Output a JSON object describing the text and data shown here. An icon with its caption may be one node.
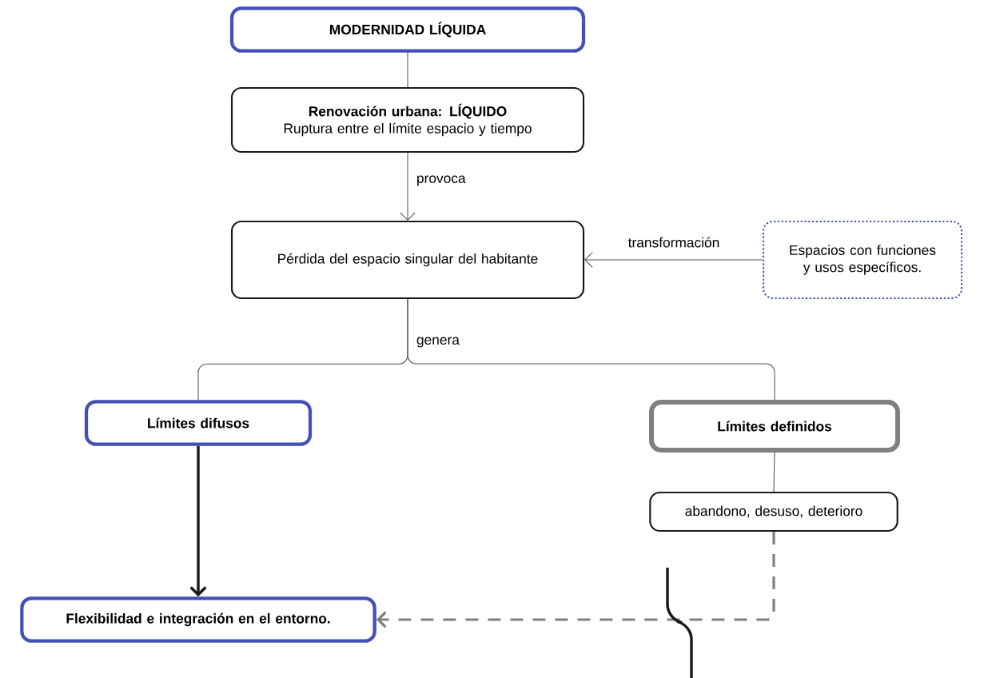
{
  "diagram": {
    "nodes": [
      {
        "text": [
          "MODERNIDAD LÍQUIDA"
        ]
      },
      {
        "text": [
          "Renovación urbana: LÍQUIDO",
          "Ruptura entre el límite espacio y tiempo"
        ]
      },
      {
        "text": [
          "Pérdida del espacio singular del habitante"
        ]
      },
      {
        "text": [
          "Espacios con funciones y usos específicos."
        ]
      },
      {
        "text": [
          "Límites difusos"
        ]
      },
      {
        "text": [
          "Límites definidos"
        ]
      },
      {
        "text": [
          "abandono, desuso, deterioro"
        ]
      },
      {
        "text": [
          "Flexibilidad e integración en el entorno."
        ]
      }
    ],
    "edges": [
      {
        "from": 0,
        "to": 1,
        "arrow": "none"
      },
      {
        "from": 1,
        "to": 2,
        "arrow": "to",
        "label": "provoca"
      },
      {
        "from": 3,
        "to": 2,
        "arrow": "to",
        "label": "transformación"
      },
      {
        "from": 2,
        "to": 4,
        "arrow": "none",
        "label": "genera"
      },
      {
        "from": 2,
        "to": 5,
        "arrow": "none"
      },
      {
        "from": 4,
        "to": 7,
        "arrow": "to",
        "style": "thick"
      },
      {
        "from": 5,
        "to": 6,
        "arrow": "none"
      },
      {
        "from": 6,
        "to": 7,
        "arrow": "to",
        "style": "dashed",
        "color": "#808080"
      }
    ]
  }
}
